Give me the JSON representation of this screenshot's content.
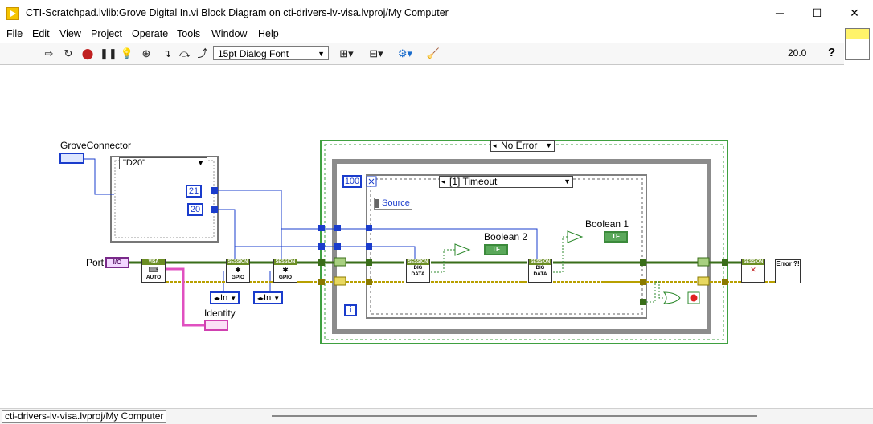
{
  "window": {
    "title": "CTI-Scratchpad.lvlib:Grove Digital In.vi Block Diagram on cti-drivers-lv-visa.lvproj/My Computer",
    "minimize_glyph": "─",
    "maximize_glyph": "☐",
    "close_glyph": "✕"
  },
  "menu": [
    "File",
    "Edit",
    "View",
    "Project",
    "Operate",
    "Tools",
    "Window",
    "Help"
  ],
  "toolbar": {
    "icons": [
      "run-arrow",
      "run-continuously",
      "abort",
      "pause",
      "highlight-execution",
      "retain-wire-values",
      "step-into",
      "step-over",
      "step-out",
      "align-objects",
      "distribute-objects",
      "reorder",
      "cleanup-diagram"
    ],
    "font": "15pt Dialog Font",
    "zoom": "20.0",
    "help_glyph": "?"
  },
  "diagram": {
    "grove_connector_label": "GroveConnector",
    "grove_connector_case_value": "\"D20\"",
    "const_21": "21",
    "const_20": "20",
    "port_label": "Port",
    "port_terminal": "I/O",
    "identity_label": "Identity",
    "in_enum_1": "In",
    "in_enum_2": "In",
    "visa_node": {
      "header": "VISA",
      "sub": "AUTO"
    },
    "gpio_node_1": {
      "header": "SESSION",
      "sub": "GPIO"
    },
    "gpio_node_2": {
      "header": "SESSION",
      "sub": "GPIO"
    },
    "dig_data_node_1": {
      "header": "SESSION",
      "mid": "DIG",
      "sub": "DATA"
    },
    "dig_data_node_2": {
      "header": "SESSION",
      "mid": "DIG",
      "sub": "DATA"
    },
    "close_node": {
      "header": "SESSION"
    },
    "error_case_selector": "No Error",
    "timeout_case_selector": "[1] Timeout",
    "source_label": "Source",
    "wait_const": "100",
    "iteration_terminal": "i",
    "boolean1_label": "Boolean 1",
    "boolean2_label": "Boolean 2",
    "bool_terminal_text": "TF",
    "error_icon_text": "Error ?!"
  },
  "status": {
    "project_context": "cti-drivers-lv-visa.lvproj/My Computer"
  }
}
